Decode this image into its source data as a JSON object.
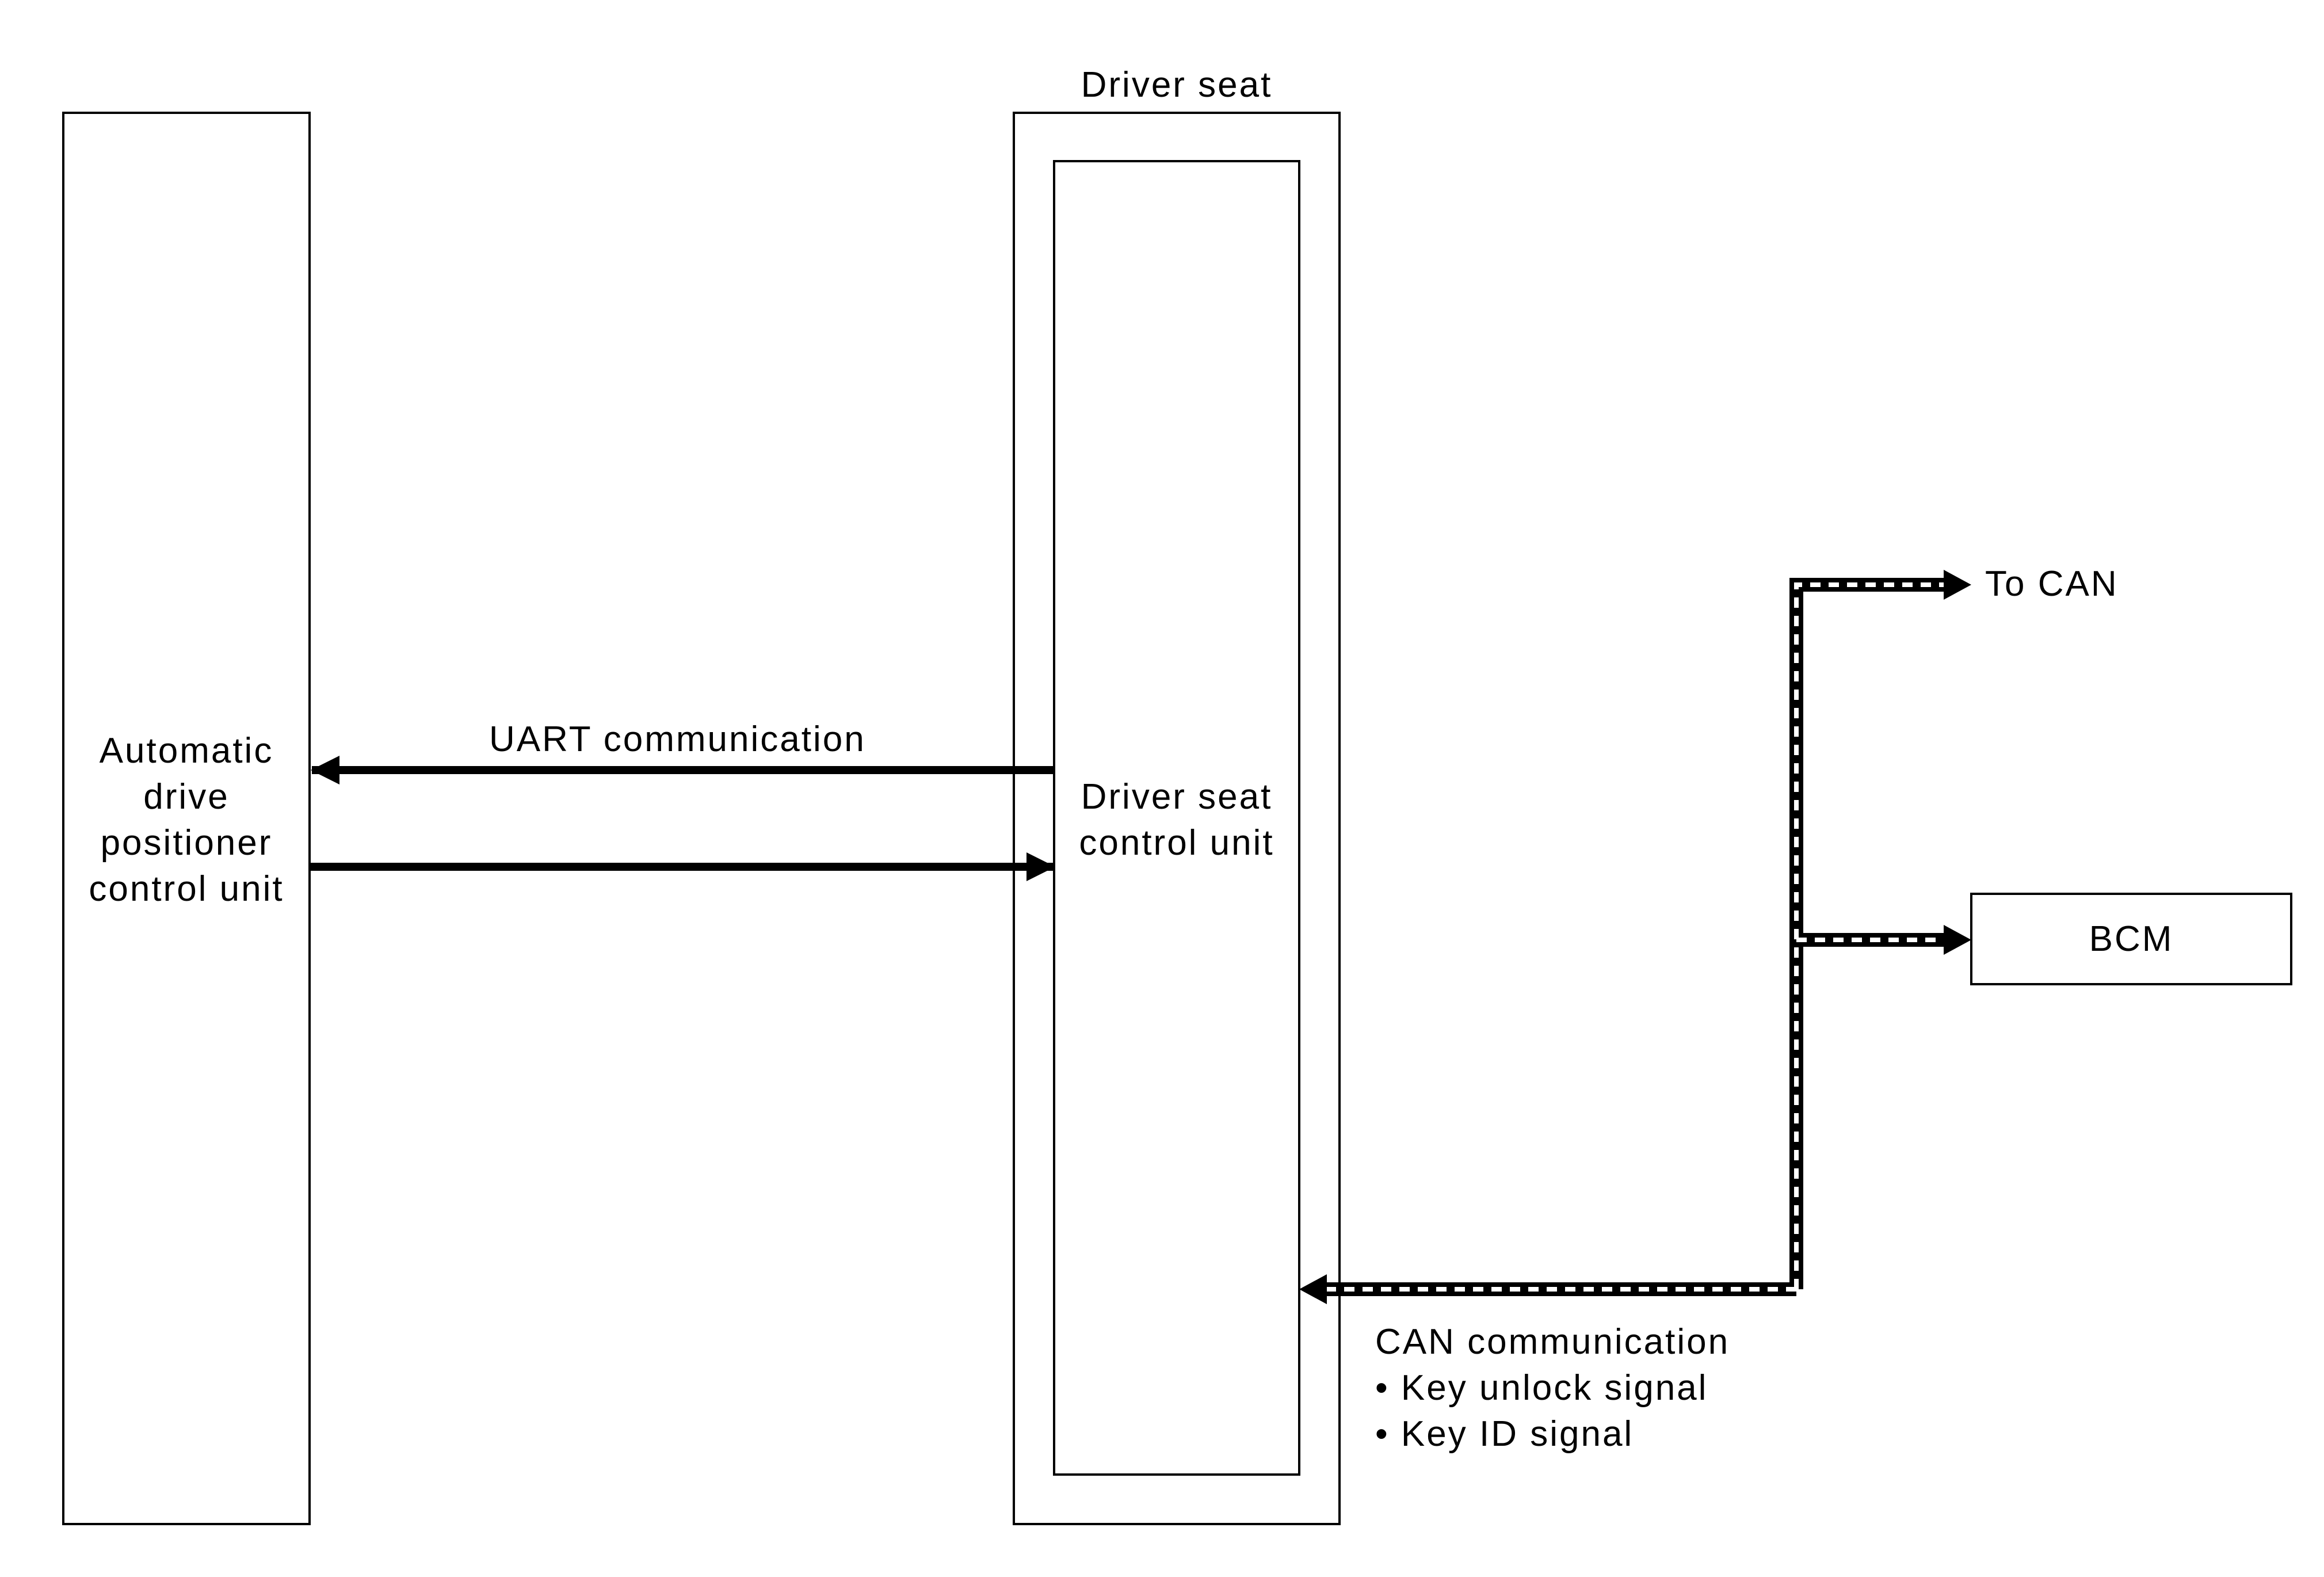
{
  "blocks": {
    "adp_unit": {
      "lines": [
        "Automatic",
        "drive",
        "positioner",
        "control unit"
      ]
    },
    "driver_seat": {
      "label": "Driver seat"
    },
    "seat_control_unit": {
      "lines": [
        "Driver seat",
        "control unit"
      ]
    },
    "bcm": {
      "label": "BCM"
    }
  },
  "signals": {
    "uart": {
      "label": "UART communication"
    },
    "to_can": {
      "label": "To CAN"
    },
    "can": {
      "label": "CAN communication",
      "items": [
        "• Key unlock signal",
        "• Key ID signal"
      ]
    }
  },
  "colors": {
    "line": "#000000",
    "background": "#ffffff",
    "bus_stripe": "#ffffff"
  }
}
